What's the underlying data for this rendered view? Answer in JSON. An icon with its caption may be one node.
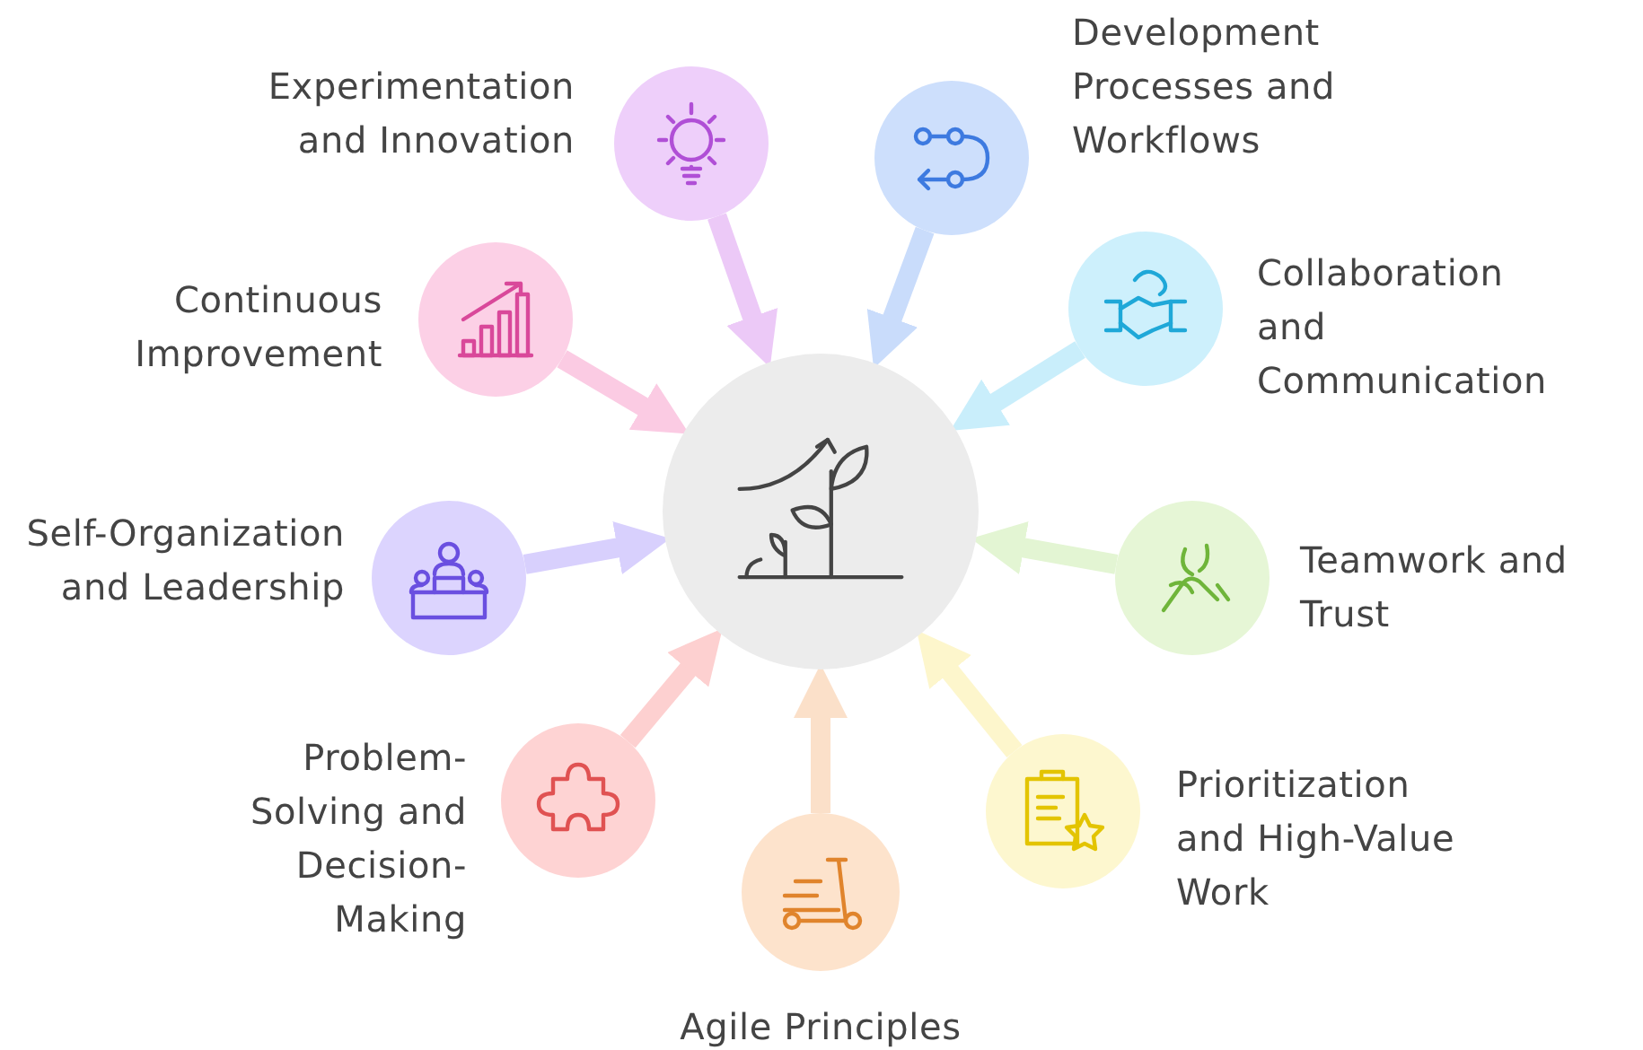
{
  "diagram": {
    "nodes": [
      {
        "text": [],
        "shape": "circle"
      },
      {
        "text": [
          "Experimentation and Innovation"
        ]
      },
      {
        "text": [
          "Development Processes and Workflows"
        ]
      },
      {
        "text": [
          "Continuous Improvement"
        ]
      },
      {
        "text": [
          "Collaboration and Communication"
        ]
      },
      {
        "text": [
          "Self-Organization and Leadership"
        ]
      },
      {
        "text": [
          "Teamwork and Trust"
        ]
      },
      {
        "text": [
          "Problem-Solving and Decision-Making"
        ]
      },
      {
        "text": [
          "Prioritization and High-Value Work"
        ]
      },
      {
        "text": [
          "Agile Principles"
        ]
      }
    ],
    "edges": [
      {
        "from": 1,
        "to": 0,
        "arrow": "to",
        "color": "#ecc9f7"
      },
      {
        "from": 2,
        "to": 0,
        "arrow": "to",
        "color": "#c9dcfb"
      },
      {
        "from": 3,
        "to": 0,
        "arrow": "to",
        "color": "#fbcbe3"
      },
      {
        "from": 4,
        "to": 0,
        "arrow": "to",
        "color": "#c9eefb"
      },
      {
        "from": 5,
        "to": 0,
        "arrow": "to",
        "color": "#d8d0fd"
      },
      {
        "from": 6,
        "to": 0,
        "arrow": "to",
        "color": "#e3f5d3"
      },
      {
        "from": 7,
        "to": 0,
        "arrow": "to",
        "color": "#fdd0d0"
      },
      {
        "from": 8,
        "to": 0,
        "arrow": "to",
        "color": "#fdf6cc"
      },
      {
        "from": 9,
        "to": 0,
        "arrow": "to",
        "color": "#fbe0c9"
      }
    ]
  }
}
